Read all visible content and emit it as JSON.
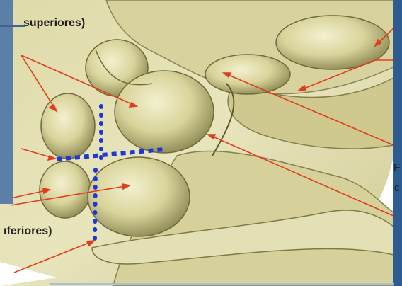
{
  "labels": {
    "top": "superiores)",
    "bottom": "ıferiores)",
    "right_1": "F",
    "right_2": "c"
  },
  "colors": {
    "illustration_bg": "#e9e6bd",
    "dotted_line": "#1f37d6",
    "arrow": "#e23c1e",
    "slide_blue": "#2f5c90"
  }
}
